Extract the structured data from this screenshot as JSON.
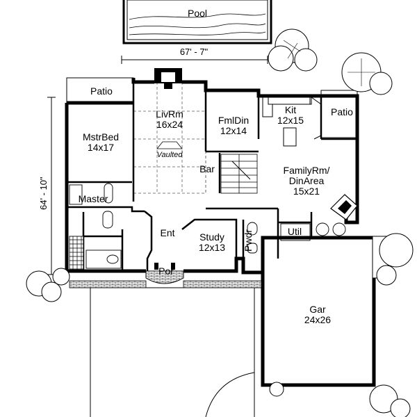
{
  "labels": {
    "pool": "Pool",
    "patio_left": "Patio",
    "patio_right": "Patio",
    "vaulted": "Vaulted",
    "bar": "Bar",
    "master": "Master",
    "entry": "Ent",
    "powder": "Pwdr",
    "utility": "Util",
    "porch": "Por"
  },
  "dimensions": {
    "width": "67' - 7\"",
    "depth": "64' - 10\""
  },
  "rooms": {
    "master_bed": {
      "name": "MstrBed",
      "size": "14x17"
    },
    "living": {
      "name": "LivRm",
      "size": "16x24"
    },
    "formal_dining": {
      "name": "FmlDin",
      "size": "12x14"
    },
    "kitchen": {
      "name": "Kit",
      "size": "12x15"
    },
    "family_room": {
      "name": "FamilyRm/",
      "name2": "DinArea",
      "size": "15x21"
    },
    "study": {
      "name": "Study",
      "size": "12x13"
    },
    "garage": {
      "name": "Gar",
      "size": "24x26"
    }
  }
}
